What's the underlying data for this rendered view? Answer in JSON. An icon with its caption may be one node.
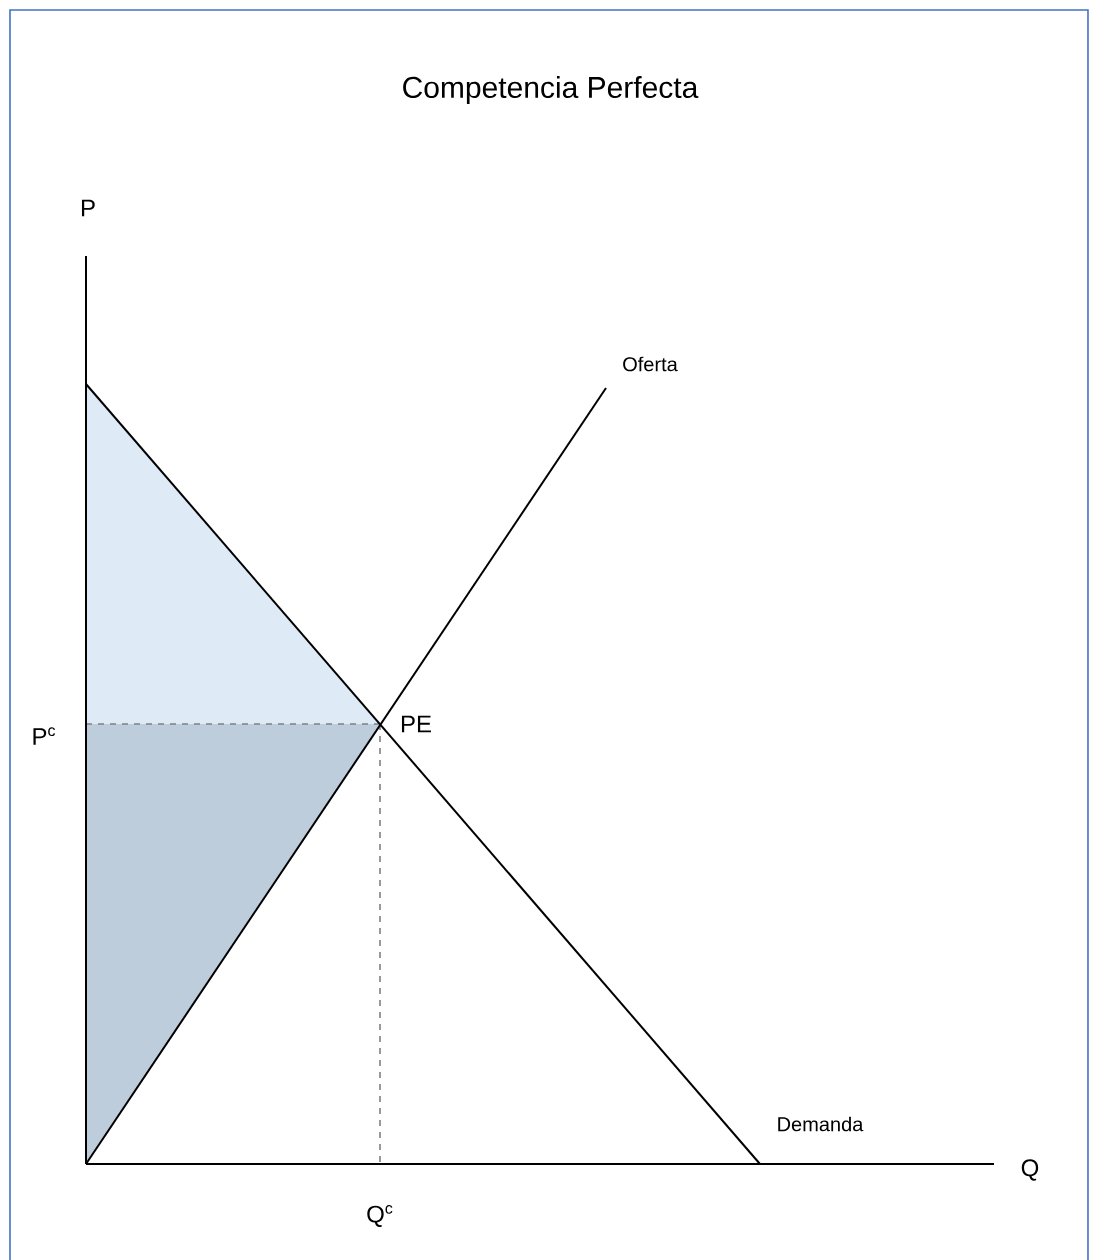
{
  "diagram": {
    "title": "Competencia Perfecta",
    "labels": [
      "P",
      "Oferta",
      "P$^{c}$",
      "PE",
      "Demanda",
      "Q",
      "Q$^{c}$"
    ]
  }
}
